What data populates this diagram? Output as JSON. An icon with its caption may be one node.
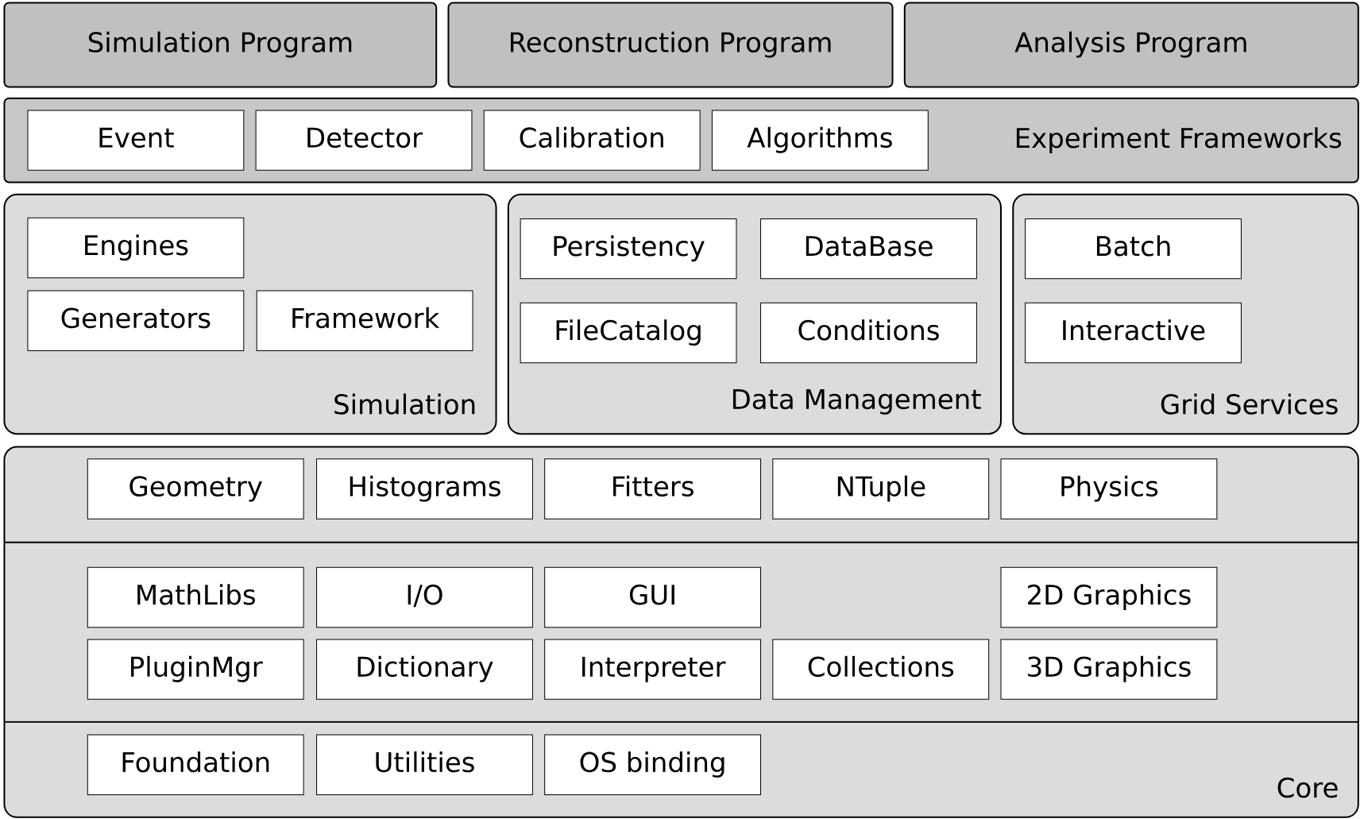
{
  "diagram": {
    "nodes": [
      {
        "text": [
          "Simulation Program"
        ]
      },
      {
        "text": [
          "Reconstruction Program"
        ]
      },
      {
        "text": [
          "Analysis Program"
        ]
      },
      {
        "text": [
          "Experiment Frameworks"
        ]
      },
      {
        "text": [
          "Event"
        ],
        "in": 3
      },
      {
        "text": [
          "Detector"
        ],
        "in": 3
      },
      {
        "text": [
          "Calibration"
        ],
        "in": 3
      },
      {
        "text": [
          "Algorithms"
        ],
        "in": 3
      },
      {
        "text": [
          "Simulation"
        ]
      },
      {
        "text": [
          "Engines"
        ],
        "in": 8
      },
      {
        "text": [
          "Generators"
        ],
        "in": 8
      },
      {
        "text": [
          "Framework"
        ],
        "in": 8
      },
      {
        "text": [
          "Data Management"
        ]
      },
      {
        "text": [
          "Persistency"
        ],
        "in": 12
      },
      {
        "text": [
          "DataBase"
        ],
        "in": 12
      },
      {
        "text": [
          "FileCatalog"
        ],
        "in": 12
      },
      {
        "text": [
          "Conditions"
        ],
        "in": 12
      },
      {
        "text": [
          "Grid Services"
        ]
      },
      {
        "text": [
          "Batch"
        ],
        "in": 17
      },
      {
        "text": [
          "Interactive"
        ],
        "in": 17
      },
      {
        "text": [
          "Core"
        ]
      },
      {
        "text": [
          "Geometry"
        ],
        "in": 20
      },
      {
        "text": [
          "Histograms"
        ],
        "in": 20
      },
      {
        "text": [
          "Fitters"
        ],
        "in": 20
      },
      {
        "text": [
          "NTuple"
        ],
        "in": 20
      },
      {
        "text": [
          "Physics"
        ],
        "in": 20
      },
      {
        "text": [
          "MathLibs"
        ],
        "in": 20
      },
      {
        "text": [
          "I/O"
        ],
        "in": 20
      },
      {
        "text": [
          "GUI"
        ],
        "in": 20
      },
      {
        "text": [
          "2D Graphics"
        ],
        "in": 20
      },
      {
        "text": [
          "PluginMgr"
        ],
        "in": 20
      },
      {
        "text": [
          "Dictionary"
        ],
        "in": 20
      },
      {
        "text": [
          "Interpreter"
        ],
        "in": 20
      },
      {
        "text": [
          "Collections"
        ],
        "in": 20
      },
      {
        "text": [
          "3D Graphics"
        ],
        "in": 20
      },
      {
        "text": [
          "Foundation"
        ],
        "in": 20
      },
      {
        "text": [
          "Utilities"
        ],
        "in": 20
      },
      {
        "text": [
          "OS binding"
        ],
        "in": 20
      }
    ]
  }
}
